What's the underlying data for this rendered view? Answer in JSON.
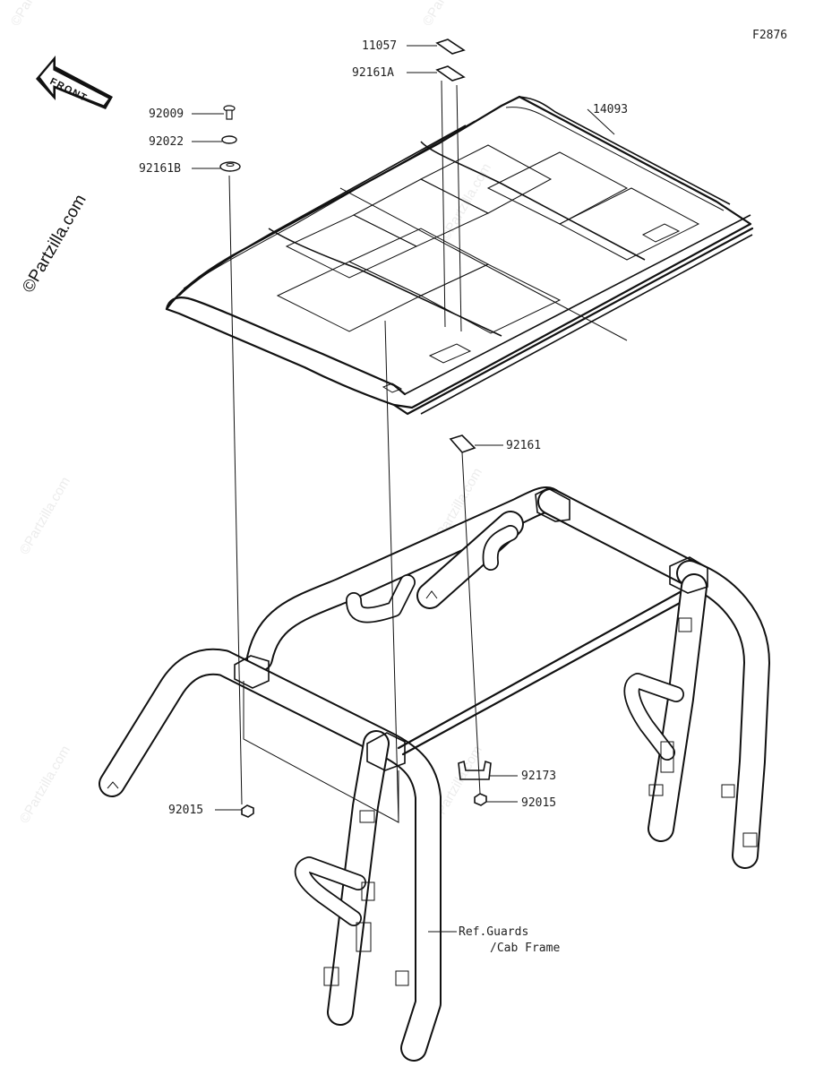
{
  "figure_code": "F2876",
  "front_arrow_label": "FRONT",
  "watermark": "©Partzilla.com",
  "parts": [
    {
      "id": "11057",
      "label": "11057"
    },
    {
      "id": "92161A",
      "label": "92161A"
    },
    {
      "id": "92009",
      "label": "92009"
    },
    {
      "id": "92022",
      "label": "92022"
    },
    {
      "id": "92161B",
      "label": "92161B"
    },
    {
      "id": "14093",
      "label": "14093"
    },
    {
      "id": "92161",
      "label": "92161"
    },
    {
      "id": "92173",
      "label": "92173"
    },
    {
      "id": "92015-right",
      "label": "92015"
    },
    {
      "id": "92015-left",
      "label": "92015"
    }
  ],
  "reference_note": {
    "line1": "Ref.Guards",
    "line2": "/Cab Frame"
  }
}
